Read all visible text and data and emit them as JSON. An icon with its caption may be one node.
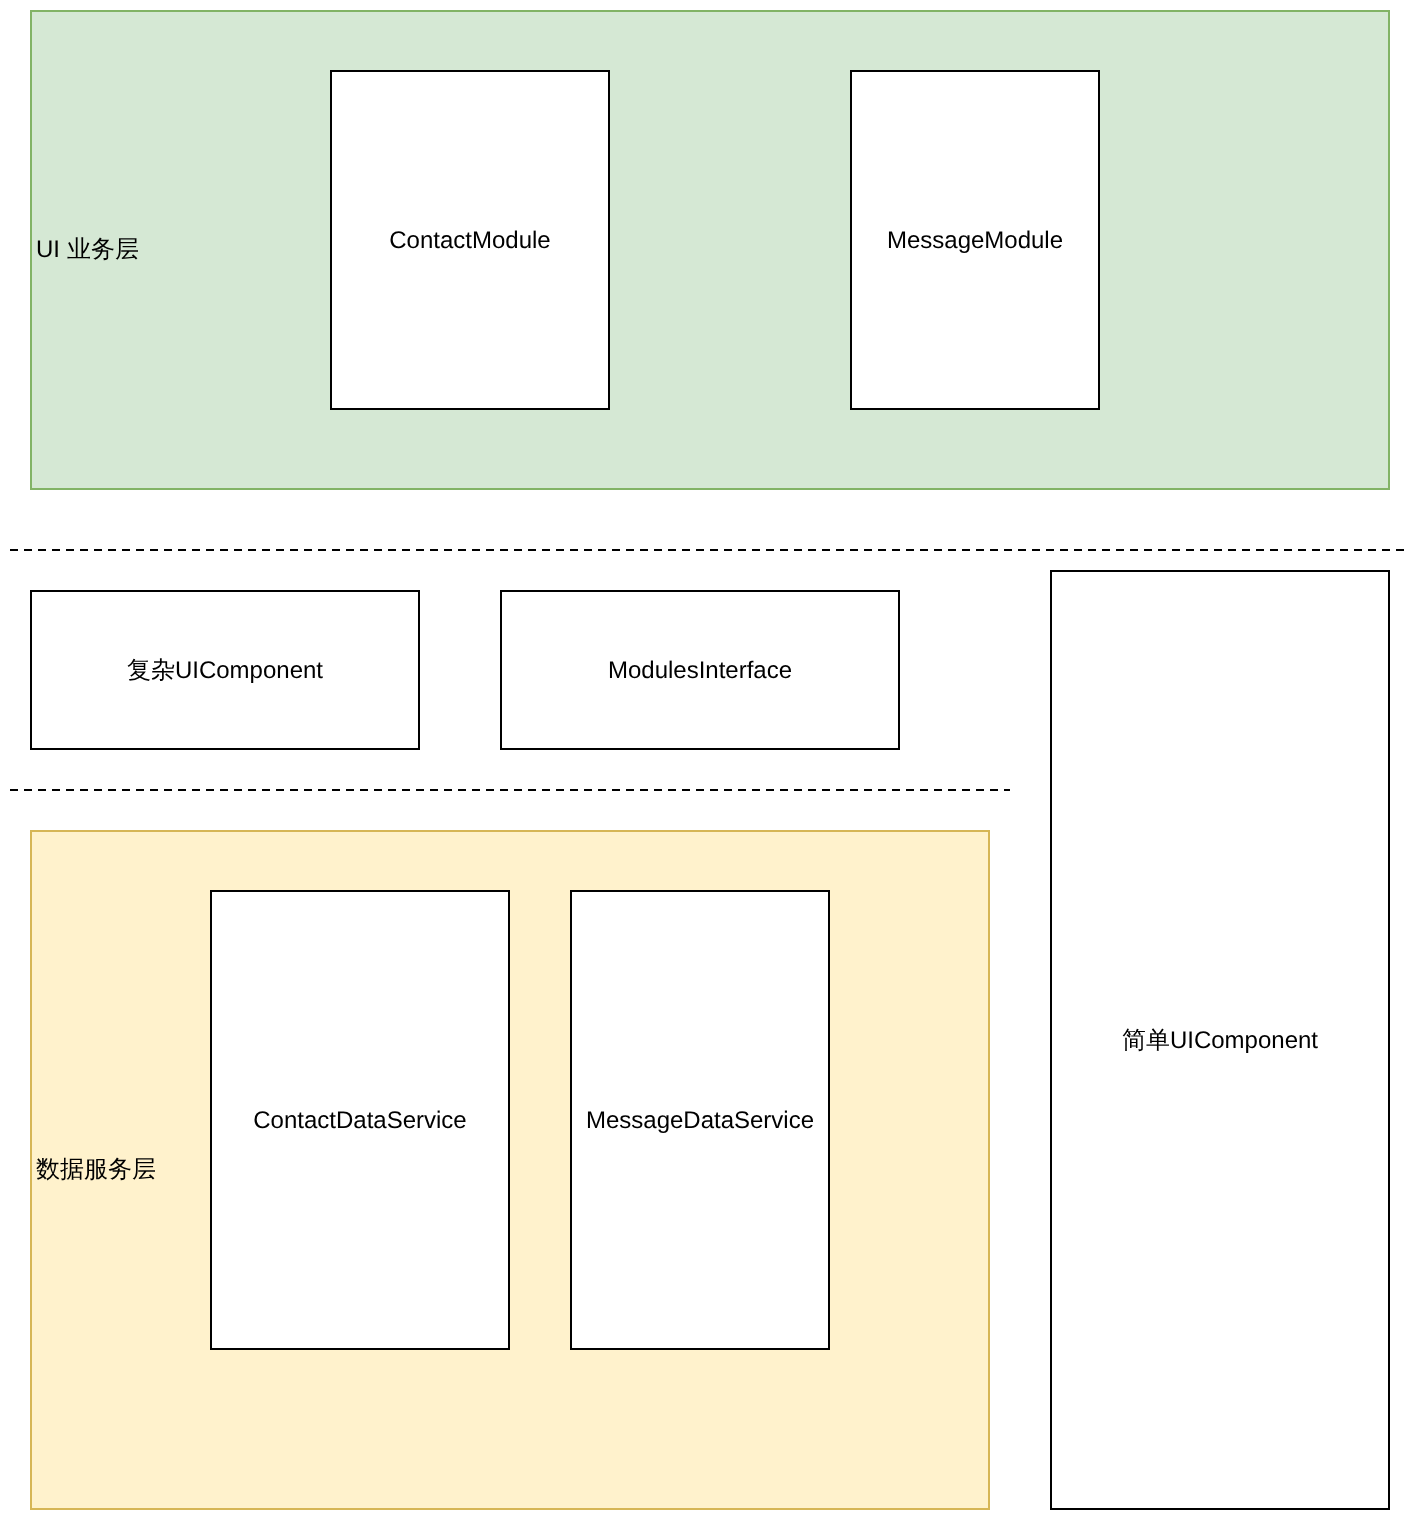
{
  "diagram": {
    "nodes": [
      {
        "text": [
          "UI 业务层"
        ]
      },
      {
        "text": [
          "ContactModule"
        ],
        "in": 0
      },
      {
        "text": [
          "MessageModule"
        ],
        "in": 0
      },
      {
        "text": [
          "复杂UIComponent"
        ]
      },
      {
        "text": [
          "ModulesInterface"
        ]
      },
      {
        "text": [
          "简单UIComponent"
        ]
      },
      {
        "text": [
          "数据服务层"
        ]
      },
      {
        "text": [
          "ContactDataService"
        ],
        "in": 6
      },
      {
        "text": [
          "MessageDataService"
        ],
        "in": 6
      }
    ]
  }
}
